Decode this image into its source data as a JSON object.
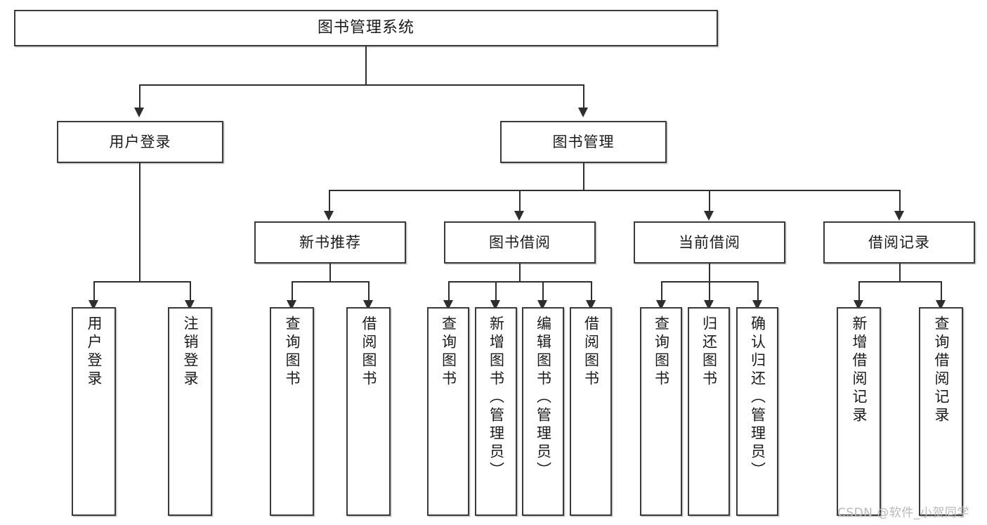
{
  "diagram": {
    "type": "tree-hierarchy",
    "title": "图书管理系统",
    "orientation": "top-down",
    "colors": {
      "box_border": "#3a3a3a",
      "connector": "#2e2e2e",
      "background": "#ffffff",
      "text": "#1b1b1b",
      "watermark": "#b9b9b9"
    }
  },
  "root": {
    "label": "图书管理系统"
  },
  "level2": [
    {
      "label": "用户登录"
    },
    {
      "label": "图书管理"
    }
  ],
  "level3": [
    {
      "label": "新书推荐"
    },
    {
      "label": "图书借阅"
    },
    {
      "label": "当前借阅"
    },
    {
      "label": "借阅记录"
    }
  ],
  "leaves": {
    "user_login": [
      {
        "label": "用户登录"
      },
      {
        "label": "注销登录"
      }
    ],
    "new_book_recommend": [
      {
        "label": "查询图书"
      },
      {
        "label": "借阅图书"
      }
    ],
    "book_borrow": [
      {
        "label": "查询图书"
      },
      {
        "label": "新增图书（管理员）"
      },
      {
        "label": "编辑图书（管理员）"
      },
      {
        "label": "借阅图书"
      }
    ],
    "current_borrow": [
      {
        "label": "查询图书"
      },
      {
        "label": "归还图书"
      },
      {
        "label": "确认归还（管理员）"
      }
    ],
    "borrow_record": [
      {
        "label": "新增借阅记录"
      },
      {
        "label": "查询借阅记录"
      }
    ]
  },
  "watermark": {
    "text": "CSDN @软件_小贺同学"
  }
}
